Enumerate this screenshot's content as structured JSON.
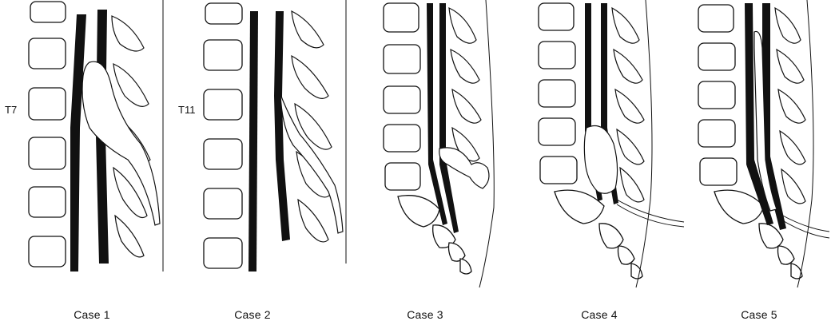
{
  "figure": {
    "panels": [
      {
        "id": "case1",
        "caption": "Case 1",
        "level_label": "T7"
      },
      {
        "id": "case2",
        "caption": "Case 2",
        "level_label": "T11"
      },
      {
        "id": "case3",
        "caption": "Case 3",
        "level_label": ""
      },
      {
        "id": "case4",
        "caption": "Case 4",
        "level_label": ""
      },
      {
        "id": "case5",
        "caption": "Case 5",
        "level_label": ""
      }
    ]
  }
}
